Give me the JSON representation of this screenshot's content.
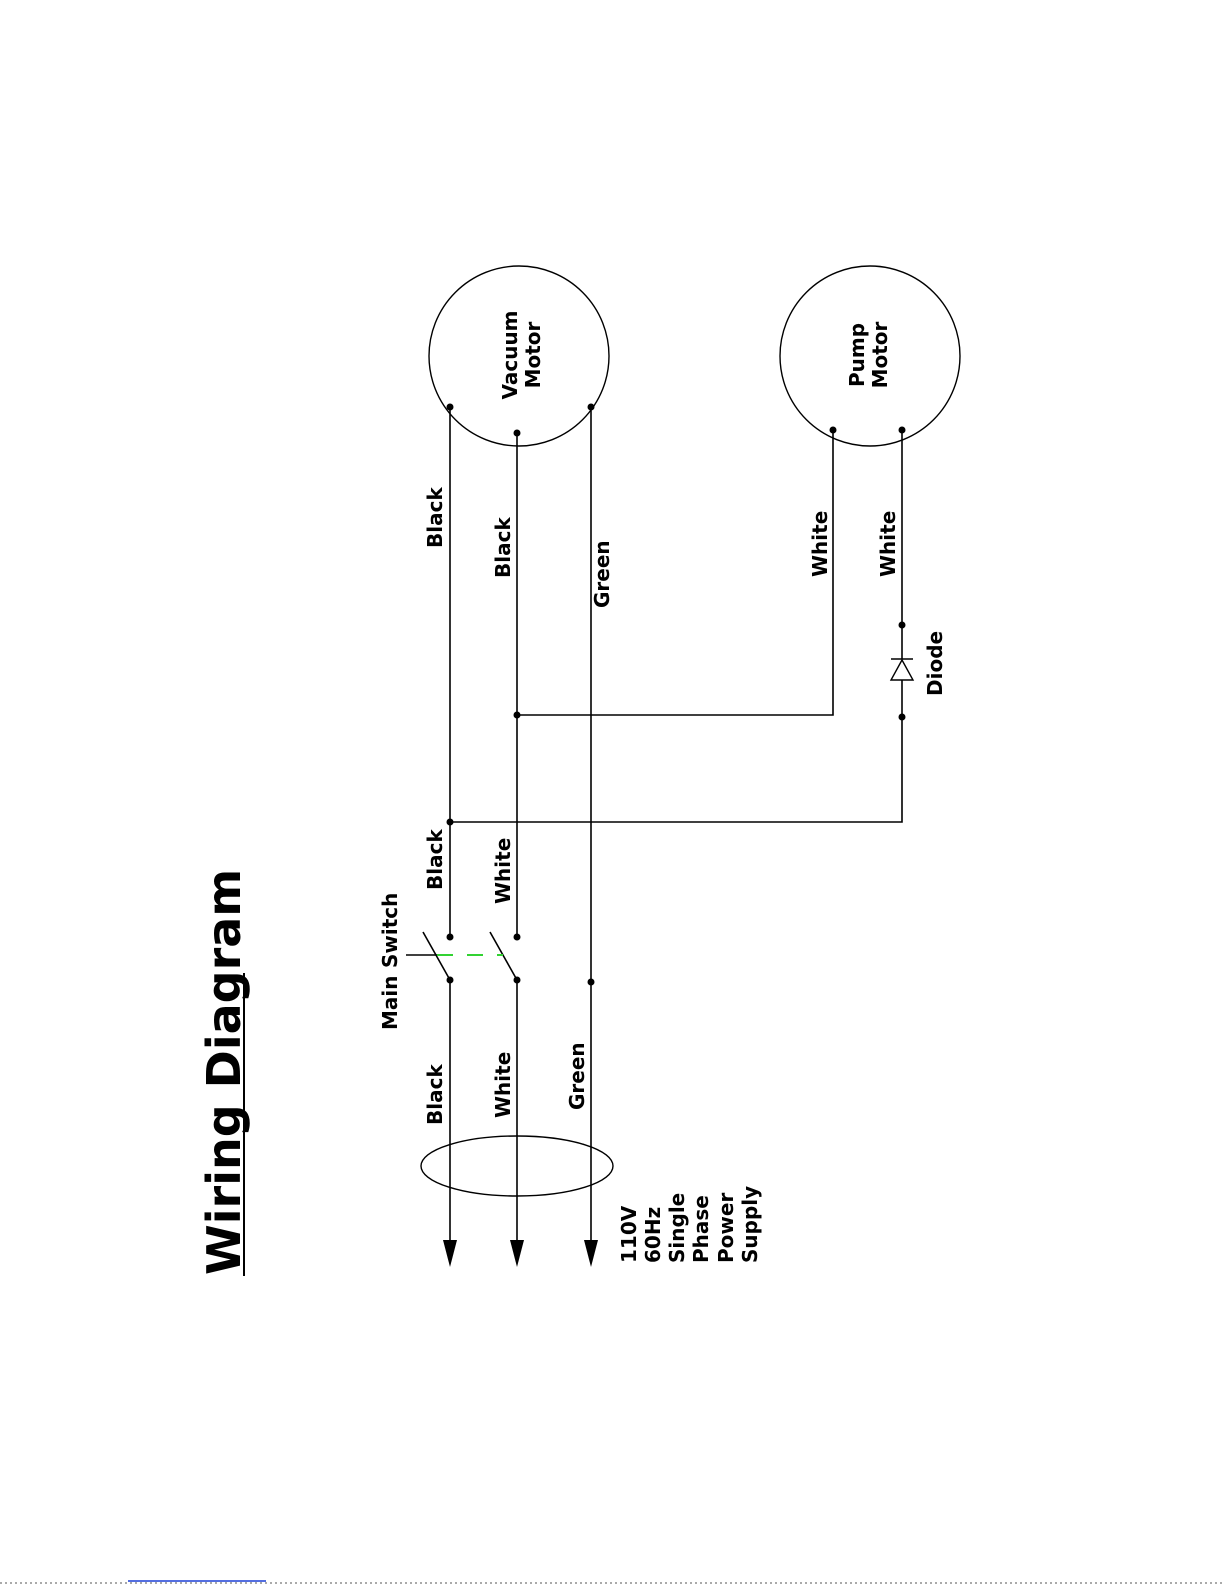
{
  "title": "Wiring Diagram",
  "components": {
    "vacuum_motor": {
      "line1": "Vacuum",
      "line2": "Motor"
    },
    "pump_motor": {
      "line1": "Pump",
      "line2": "Motor"
    },
    "main_switch": {
      "label1": "Main",
      "label2": "Switch"
    },
    "diode": {
      "label": "Diode"
    },
    "power_supply": {
      "lines": [
        "110V",
        "60Hz",
        "Single",
        "Phase",
        "Power",
        "Supply"
      ]
    }
  },
  "wire_labels": {
    "supply_black": "Black",
    "supply_white": "White",
    "supply_green": "Green",
    "switched_black": "Black",
    "switched_white": "White",
    "vacuum_black_1": "Black",
    "vacuum_black_2": "Black",
    "vacuum_green": "Green",
    "pump_white_1": "White",
    "pump_white_2": "White"
  },
  "colors": {
    "switch_link": "#32d232",
    "wire": "#000000"
  }
}
